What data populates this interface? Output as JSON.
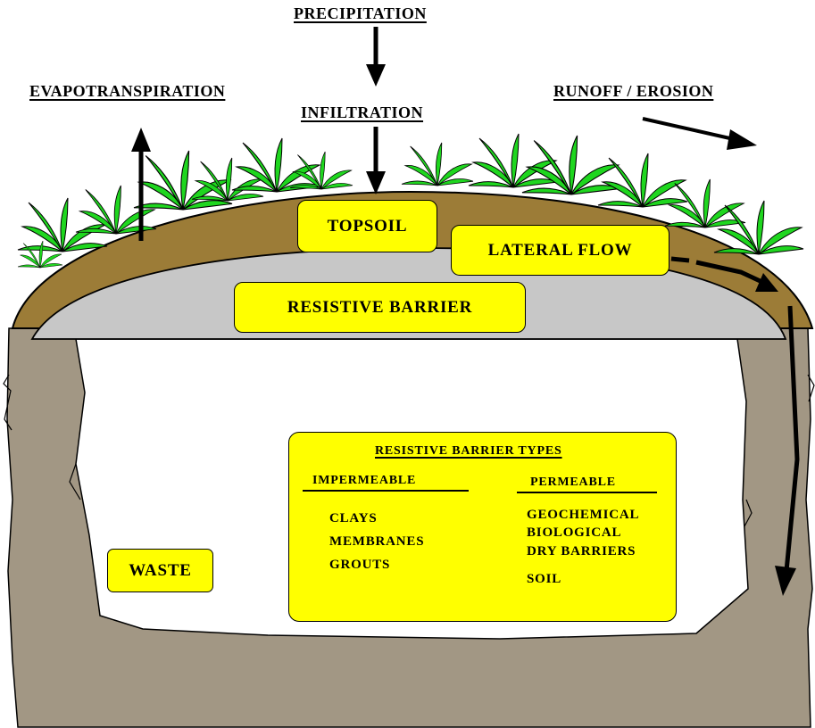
{
  "colors": {
    "ground": "#a29784",
    "topsoil": "#9c7c37",
    "barrier": "#c7c7c7",
    "box_fill": "#ffff00",
    "plant": "#1fd61f",
    "arrow": "#000000"
  },
  "labels": {
    "precipitation": "PRECIPITATION",
    "evapotranspiration": "EVAPOTRANSPIRATION",
    "infiltration": "INFILTRATION",
    "runoff": "RUNOFF / EROSION"
  },
  "layers": {
    "topsoil": "TOPSOIL",
    "lateral_flow": "LATERAL FLOW",
    "resistive_barrier": "RESISTIVE BARRIER",
    "waste": "WASTE"
  },
  "types_panel": {
    "title": "RESISTIVE BARRIER TYPES",
    "impermeable": {
      "heading": "IMPERMEABLE",
      "items": [
        "CLAYS",
        "MEMBRANES",
        "GROUTS"
      ]
    },
    "permeable": {
      "heading": "PERMEABLE",
      "items": [
        "GEOCHEMICAL",
        "BIOLOGICAL",
        "DRY BARRIERS",
        "SOIL"
      ]
    }
  }
}
